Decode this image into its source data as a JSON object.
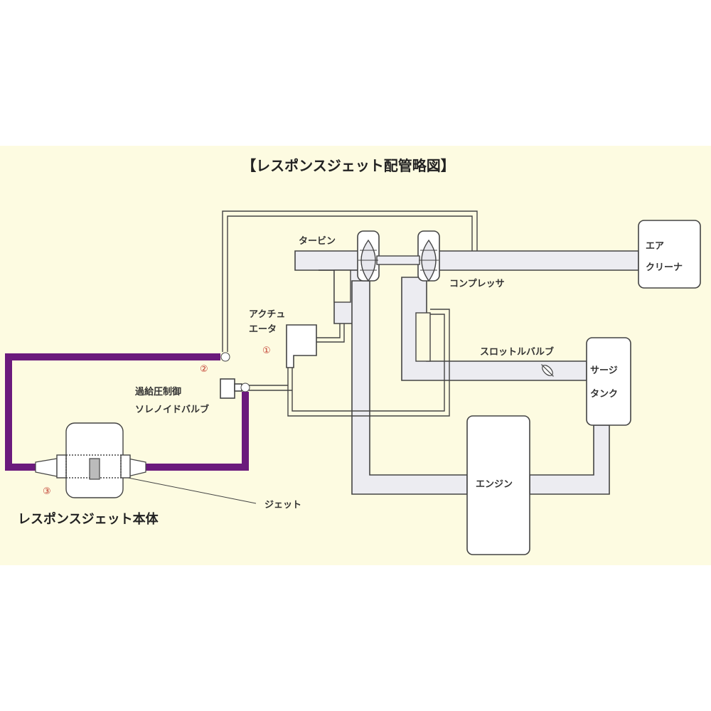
{
  "title": "【レスポンスジェット配管略図】",
  "labels": {
    "turbine": "タービン",
    "compressor": "コンプレッサ",
    "air_cleaner_1": "エア",
    "air_cleaner_2": "クリーナ",
    "actuator_1": "アクチュ",
    "actuator_2": "エータ",
    "throttle_valve": "スロットルバルブ",
    "surge_tank_1": "サージ",
    "surge_tank_2": "タンク",
    "engine": "エンジン",
    "solenoid_1": "過給圧制御",
    "solenoid_2": "ソレノイドバルブ",
    "jet": "ジェット",
    "body": "レスポンスジェット本体"
  },
  "markers": {
    "one": "①",
    "two": "②",
    "three": "③"
  },
  "colors": {
    "background": "#fdfbe1",
    "purple_hose": "#6b1a7c",
    "marker": "#c0392b",
    "pipe_fill": "#ececf1"
  }
}
